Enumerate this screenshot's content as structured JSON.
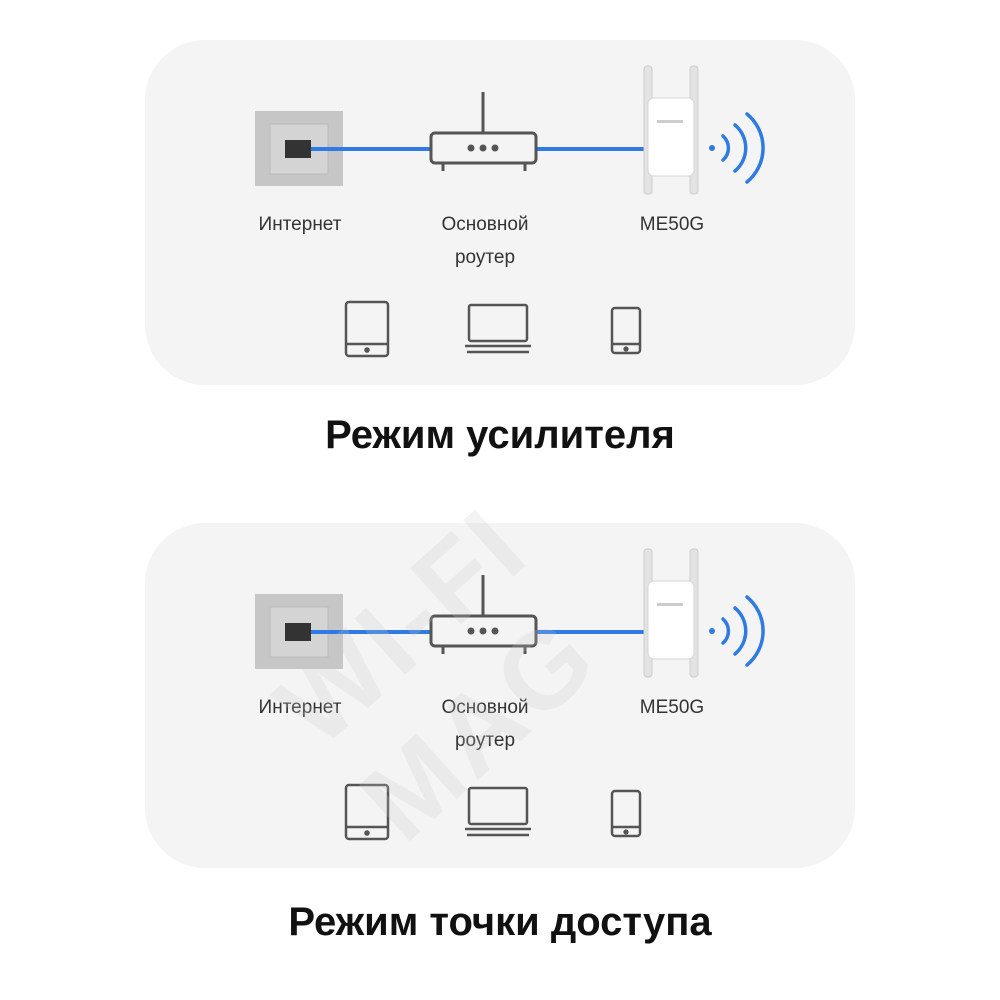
{
  "panels": [
    {
      "internet_label": "Интернет",
      "router_label": "Основной\nроутер",
      "device_label": "ME50G",
      "mode_title": "Режим усилителя"
    },
    {
      "internet_label": "Интернет",
      "router_label": "Основной\nроутер",
      "device_label": "ME50G",
      "mode_title": "Режим точки доступа"
    }
  ],
  "watermark": "WI-FI MAG",
  "colors": {
    "cable": "#2f7be3",
    "wifi": "#2f7be3",
    "icon_stroke": "#555555",
    "panel_bg": "#f4f4f4"
  },
  "icons": [
    "wall-socket-icon",
    "router-icon",
    "range-extender-icon",
    "wifi-signal-icon",
    "tablet-icon",
    "laptop-icon",
    "smartphone-icon"
  ]
}
